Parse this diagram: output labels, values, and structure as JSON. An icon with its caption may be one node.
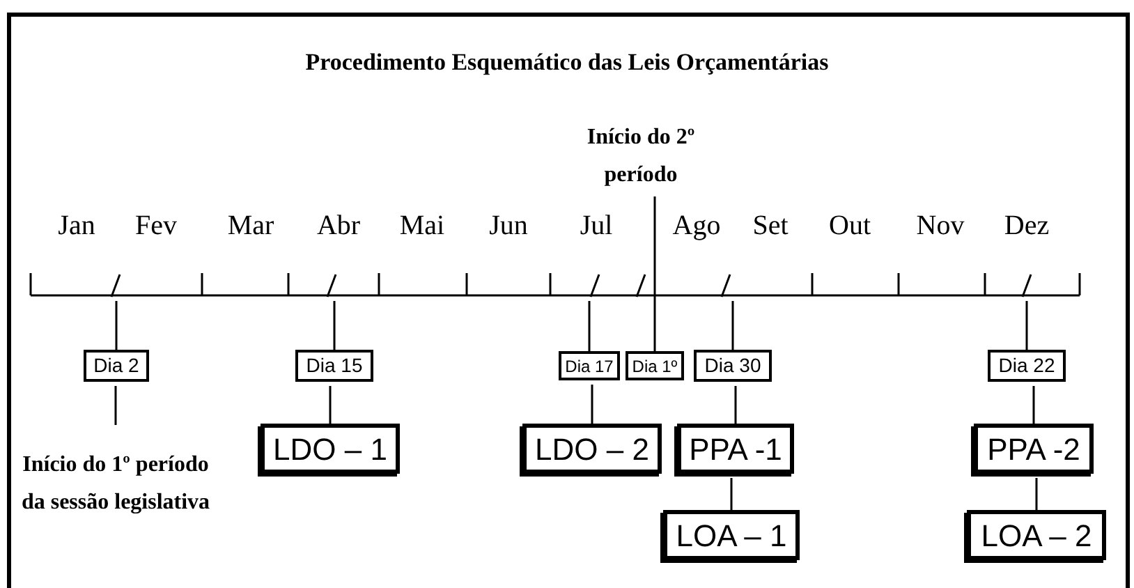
{
  "diagram": {
    "title": "Procedimento Esquemático das Leis Orçamentárias",
    "nodes": [
      {
        "text": [
          "Início do 2º período"
        ]
      },
      {
        "text": [
          "Dia 2"
        ]
      },
      {
        "text": [
          "Dia 15"
        ]
      },
      {
        "text": [
          "Dia 17"
        ]
      },
      {
        "text": [
          "Dia 1º"
        ]
      },
      {
        "text": [
          "Dia 30"
        ]
      },
      {
        "text": [
          "Dia 22"
        ]
      },
      {
        "text": [
          "Início do 1º período da sessão legislativa"
        ]
      },
      {
        "text": [
          "LDO – 1"
        ]
      },
      {
        "text": [
          "LDO – 2"
        ]
      },
      {
        "text": [
          "PPA -1"
        ]
      },
      {
        "text": [
          "PPA -2"
        ]
      },
      {
        "text": [
          "LOA – 1"
        ]
      },
      {
        "text": [
          "LOA – 2"
        ]
      }
    ],
    "edges": [
      {
        "from": null,
        "to": 1,
        "arrow": "none"
      },
      {
        "from": null,
        "to": 2,
        "arrow": "none"
      },
      {
        "from": null,
        "to": 3,
        "arrow": "none"
      },
      {
        "from": 0,
        "to": 4,
        "arrow": "none"
      },
      {
        "from": null,
        "to": 5,
        "arrow": "none"
      },
      {
        "from": null,
        "to": 6,
        "arrow": "none"
      },
      {
        "from": 1,
        "to": 7,
        "arrow": "none"
      },
      {
        "from": 2,
        "to": 8,
        "arrow": "none"
      },
      {
        "from": 3,
        "to": 9,
        "arrow": "none"
      },
      {
        "from": 5,
        "to": 10,
        "arrow": "none"
      },
      {
        "from": 10,
        "to": 12,
        "arrow": "none"
      },
      {
        "from": 6,
        "to": 11,
        "arrow": "none"
      },
      {
        "from": 11,
        "to": 13,
        "arrow": "none"
      }
    ],
    "labels": [
      "Jan",
      "Fev",
      "Mar",
      "Abr",
      "Mai",
      "Jun",
      "Jul",
      "Ago",
      "Set",
      "Out",
      "Nov",
      "Dez"
    ]
  }
}
